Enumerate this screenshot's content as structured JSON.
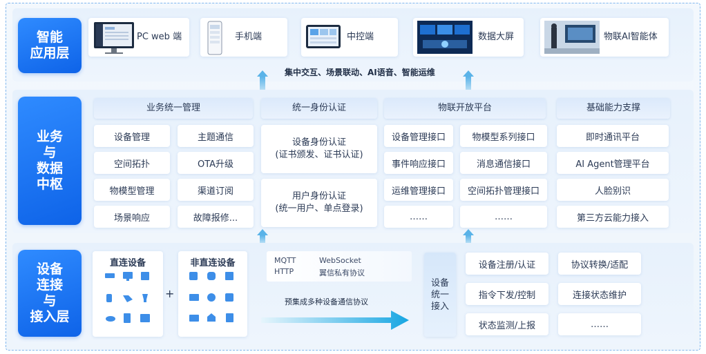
{
  "app_layer": {
    "title": "智能\n应用层",
    "items": [
      {
        "label": "PC web 端"
      },
      {
        "label": "手机端"
      },
      {
        "label": "中控端"
      },
      {
        "label": "数据大屏"
      },
      {
        "label": "物联AI智能体"
      }
    ],
    "caption": "集中交互、场景联动、AI语音、智能运维"
  },
  "business_layer": {
    "title": "业务\n与\n数据\n中枢",
    "groups": [
      {
        "header": "业务统一管理",
        "items": [
          "设备管理",
          "主题通信",
          "空间拓扑",
          "OTA升级",
          "物模型管理",
          "渠道订阅",
          "场景响应",
          "故障报修..."
        ]
      },
      {
        "header": "统一身份认证",
        "items": [
          "设备身份认证\n(证书颁发、证书认证)",
          "用户身份认证\n(统一用户、单点登录)"
        ]
      },
      {
        "header": "物联开放平台",
        "items": [
          "设备管理接口",
          "物模型系列接口",
          "事件响应接口",
          "消息通信接口",
          "运维管理接口",
          "空间拓扑管理接口",
          "……",
          "……"
        ]
      },
      {
        "header": "基础能力支撑",
        "items": [
          "即时通讯平台",
          "AI Agent管理平台",
          "人脸别识",
          "第三方云能力接入"
        ]
      }
    ]
  },
  "access_layer": {
    "title": "设备\n连接\n与\n接入层",
    "direct_title": "直连设备",
    "indirect_title": "非直连设备",
    "plus": "+",
    "protocols": [
      "MQTT",
      "WebSocket",
      "HTTP",
      "翼信私有协议"
    ],
    "protocol_caption": "预集成多种设备通信协议",
    "unified_access": "设备\n统一\n接入",
    "functions": [
      "设备注册/认证",
      "协议转换/适配",
      "指令下发/控制",
      "连接状态维护",
      "状态监测/上报",
      "……"
    ]
  },
  "colors": {
    "accent": "#0e63e8",
    "arrow": "#5ab3e8"
  }
}
